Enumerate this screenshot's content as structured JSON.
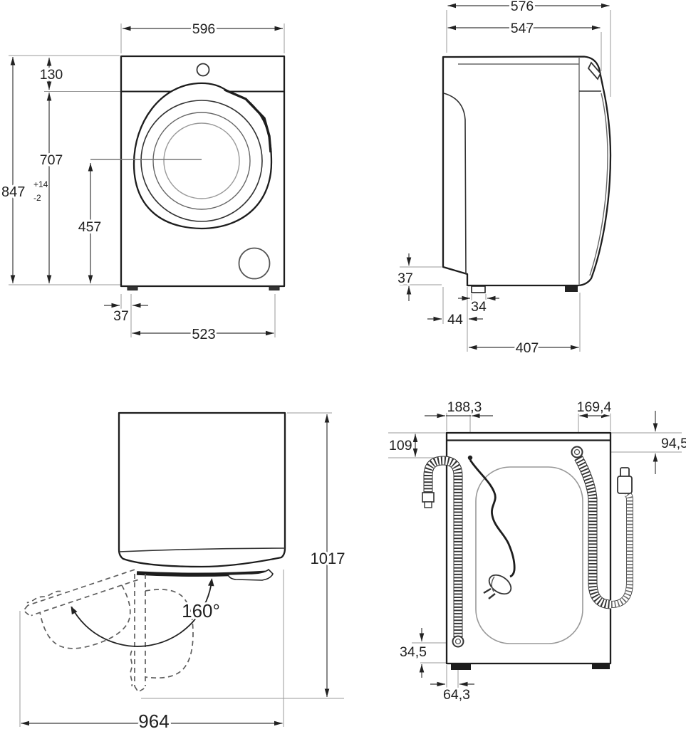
{
  "drawing": {
    "product": "washing-machine-dimension-drawing",
    "line_color": "#1d1d1d",
    "background": "#ffffff"
  },
  "views": {
    "front": {
      "dims": {
        "width_top": "596",
        "panel_height": "130",
        "drum_height": "707",
        "total_height": "847",
        "tol_plus": "+14",
        "tol_minus": "-2",
        "door_center_height": "457",
        "foot_inset": "37",
        "feet_span": "523"
      }
    },
    "side": {
      "dims": {
        "depth_total": "576",
        "depth_body": "547",
        "rear_chamfer": "37",
        "foot_width": "34",
        "rear_foot_offset": "44",
        "feet_span": "407"
      }
    },
    "top": {
      "dims": {
        "open_depth": "1017",
        "open_width": "964",
        "door_angle": "160°"
      }
    },
    "rear": {
      "dims": {
        "cable_from_left": "188,3",
        "inlet_from_right": "169,4",
        "cable_below_top": "109",
        "inlet_below_top": "94,5",
        "drain_above_bottom": "34,5",
        "drain_from_left": "64,3"
      }
    }
  }
}
